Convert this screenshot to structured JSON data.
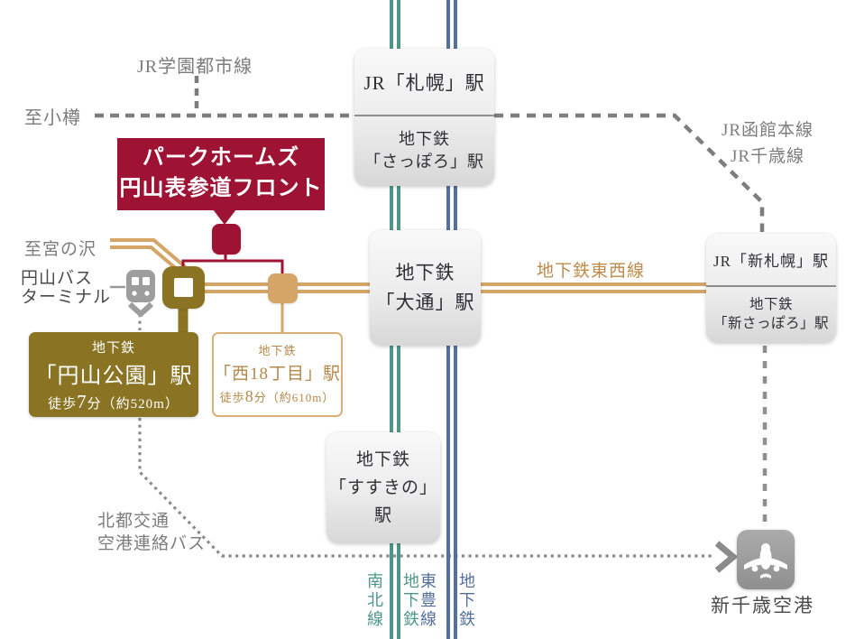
{
  "colors": {
    "brand_red": "#9e1233",
    "gold": "#8a7423",
    "tan_line": "#d5a568",
    "tan_text": "#bf8a4a",
    "namboku_teal": "#4e968a",
    "toho_blue": "#54719e",
    "dashed_gray": "#7d7d7d",
    "station_text": "#2e2e36"
  },
  "property": {
    "line1": "パークホームズ",
    "line2": "円山表参道フロント"
  },
  "stations": {
    "sapporo_jr": "JR「札幌」駅",
    "sapporo_subway_l1": "地下鉄",
    "sapporo_subway_l2": "「さっぽろ」駅",
    "odori_l1": "地下鉄",
    "odori_l2": "「大通」駅",
    "susukino_l1": "地下鉄",
    "susukino_l2": "「すすきの」駅",
    "shin_sapporo_jr": "JR「新札幌」駅",
    "shin_sapporo_subway_l1": "地下鉄",
    "shin_sapporo_subway_l2": "「新さっぽろ」駅"
  },
  "access_boxes": {
    "maruyama": {
      "l1": "地下鉄",
      "l2": "「円山公園」駅",
      "walk_pre": "徒歩",
      "walk_num": "7",
      "walk_post": "分（約520m）"
    },
    "nishi18": {
      "l1": "地下鉄",
      "l2": "「西18丁目」駅",
      "walk_pre": "徒歩",
      "walk_num": "8",
      "walk_post": "分（約610m）"
    }
  },
  "labels": {
    "jr_gakuen_toshi_line": "JR学園都市線",
    "to_otaru": "至小樽",
    "jr_hakodate_main_line": "JR函館本線",
    "jr_chitose_line": "JR千歳線",
    "to_miyanosawa": "至宮の沢",
    "bus_terminal_l1": "円山バス",
    "bus_terminal_l2": "ターミナル",
    "tozai_line": "地下鉄東西線",
    "hokuto_bus_l1": "北都交通",
    "hokuto_bus_l2": "空港連絡バス",
    "new_chitose_airport": "新千歳空港",
    "namboku_line": "南北線",
    "namboku_subway": "地下鉄",
    "toho_line": "東豊線",
    "toho_subway": "地下鉄"
  },
  "icons": {
    "train": "train-icon",
    "airplane": "airplane-icon",
    "chevron_right": "chevron-right-icon"
  }
}
